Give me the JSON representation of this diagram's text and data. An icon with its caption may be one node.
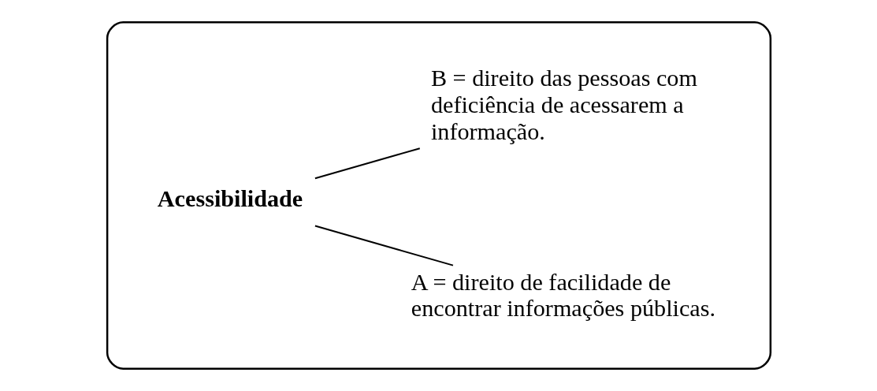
{
  "diagram": {
    "nodes": [
      {
        "text": [],
        "shape": "box"
      },
      {
        "text": [
          "Acessibilidade"
        ],
        "in": 0
      },
      {
        "text": [
          "A = direito de facilidade de encontrar informações públicas."
        ],
        "in": 0
      },
      {
        "text": [
          "B = direito das pessoas com deficiência de acessarem a informação."
        ],
        "in": 0
      }
    ],
    "edges": [
      {
        "from": 1,
        "to": 2,
        "arrow": "none"
      },
      {
        "from": 1,
        "to": 3,
        "arrow": "none"
      }
    ]
  }
}
